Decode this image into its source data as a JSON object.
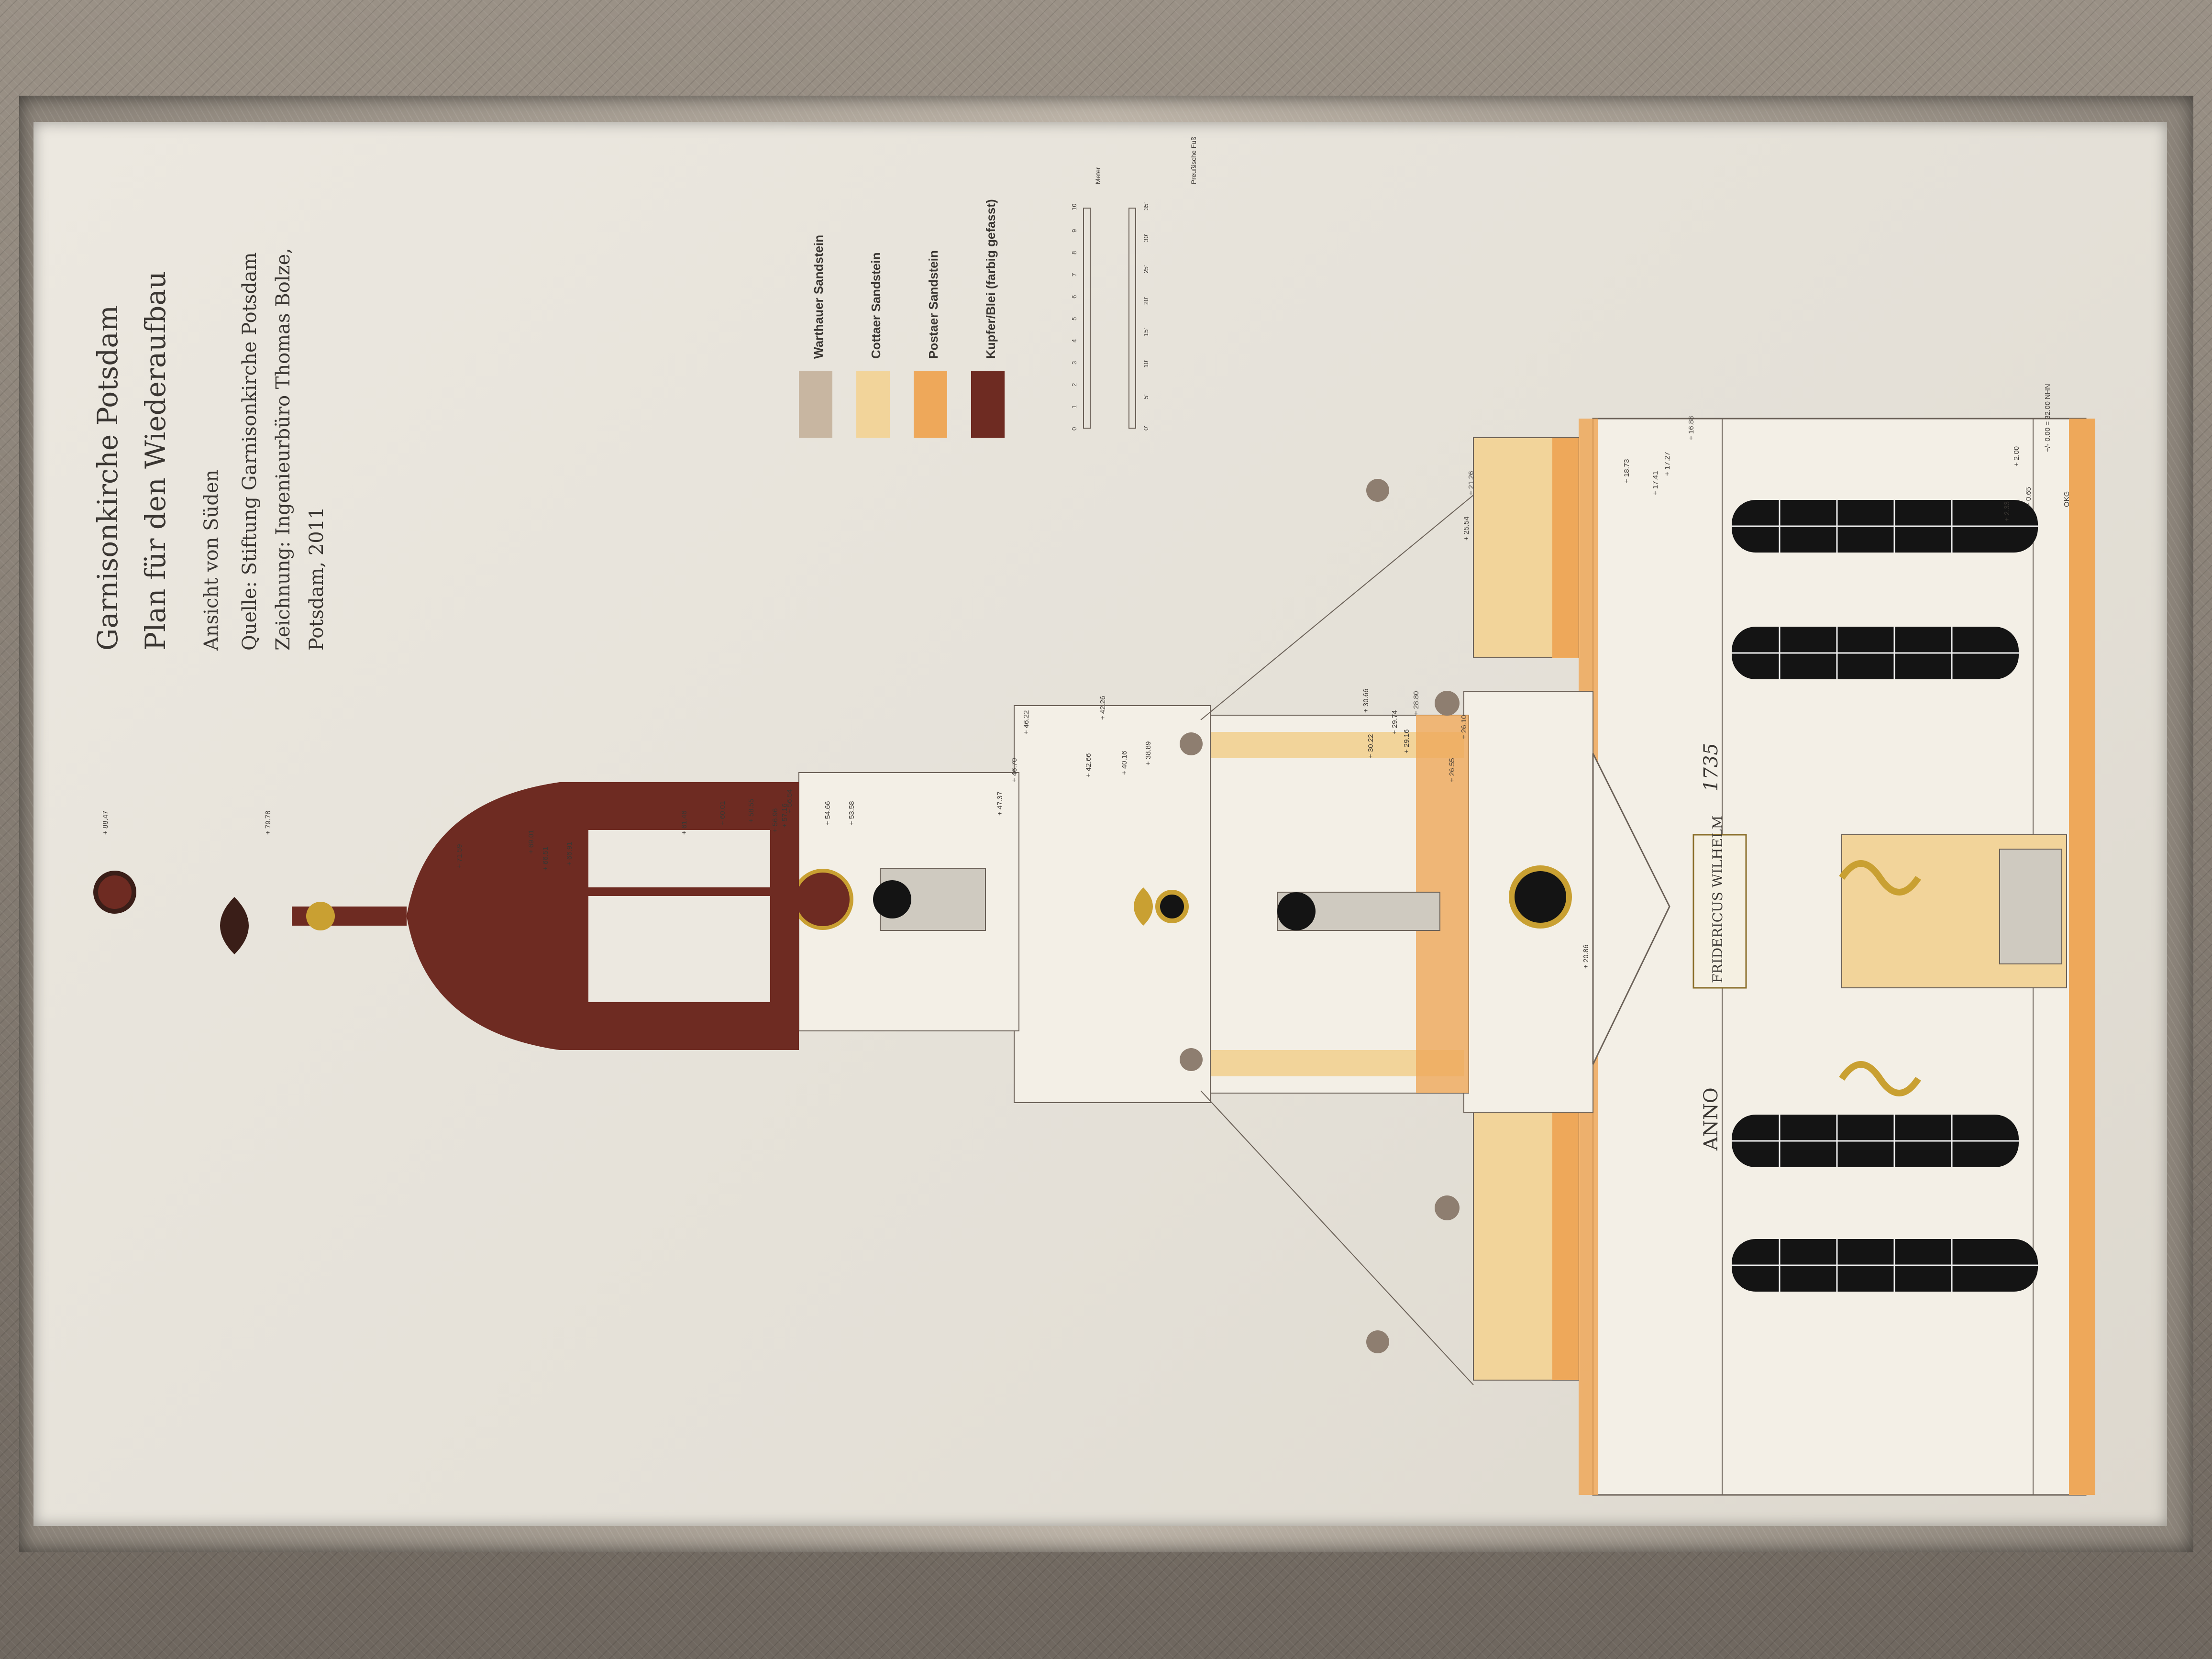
{
  "header": {
    "title_line1": "Garnisonkirche Potsdam",
    "title_line2": "Plan für den Wiederaufbau",
    "subtitle": "Ansicht von Süden",
    "source_line": "Quelle: Stiftung Garnisonkirche Potsdam",
    "credit_line1": "Zeichnung: Ingenieurbüro Thomas Bolze,",
    "credit_line2": "Potsdam, 2011"
  },
  "legend": {
    "items": [
      {
        "label": "Warthauer Sandstein",
        "color": "#c8b6a1"
      },
      {
        "label": "Cottaer Sandstein",
        "color": "#f2d49a"
      },
      {
        "label": "Postaer Sandstein",
        "color": "#eea85a"
      },
      {
        "label": "Kupfer/Blei (farbig gefasst)",
        "color": "#6e2b22"
      }
    ]
  },
  "scale_bar": {
    "meter_ticks": [
      "0",
      "1",
      "2",
      "3",
      "4",
      "5",
      "6",
      "7",
      "8",
      "9",
      "10"
    ],
    "meter_label": "Meter",
    "foot_ticks": [
      "0'",
      "5'",
      "10'",
      "15'",
      "20'",
      "25'",
      "30'",
      "35'"
    ],
    "foot_label": "Preußische Fuß"
  },
  "elevations": [
    "+ 88.47",
    "+ 79.78",
    "+ 71.59",
    "+ 69.01",
    "+ 66.51",
    "+ 66.91",
    "+ 61.46",
    "+ 60.01",
    "+ 58.55",
    "+ 56.96",
    "+ 57.16",
    "+ 56.54",
    "+ 54.66",
    "+ 53.58",
    "+ 47.37",
    "+ 46.70",
    "+ 46.22",
    "+ 42.66",
    "+ 42.26",
    "+ 40.16",
    "+ 38.89",
    "+ 30.66",
    "+ 30.22",
    "+ 29.74",
    "+ 29.16",
    "+ 28.80",
    "+ 26.55",
    "+ 26.10",
    "+ 25.54",
    "+ 21.26",
    "+ 20.86",
    "+ 18.73",
    "+ 17.41",
    "+ 17.27",
    "+ 16.88",
    "+ 2.33",
    "+ 2.00",
    "+ 0.65",
    "+/- 0.00 = 32.00 NHN",
    "OKG"
  ],
  "inscriptions": {
    "anno": "ANNO",
    "year": "1735",
    "dedication": "FRIDERICUS WILHELM"
  },
  "colors": {
    "copper": "#6e2b22",
    "cottaer": "#f2d49a",
    "postaer": "#eea85a",
    "warthauer": "#c8b6a1",
    "gold": "#c9a032",
    "line": "#6b6158"
  }
}
